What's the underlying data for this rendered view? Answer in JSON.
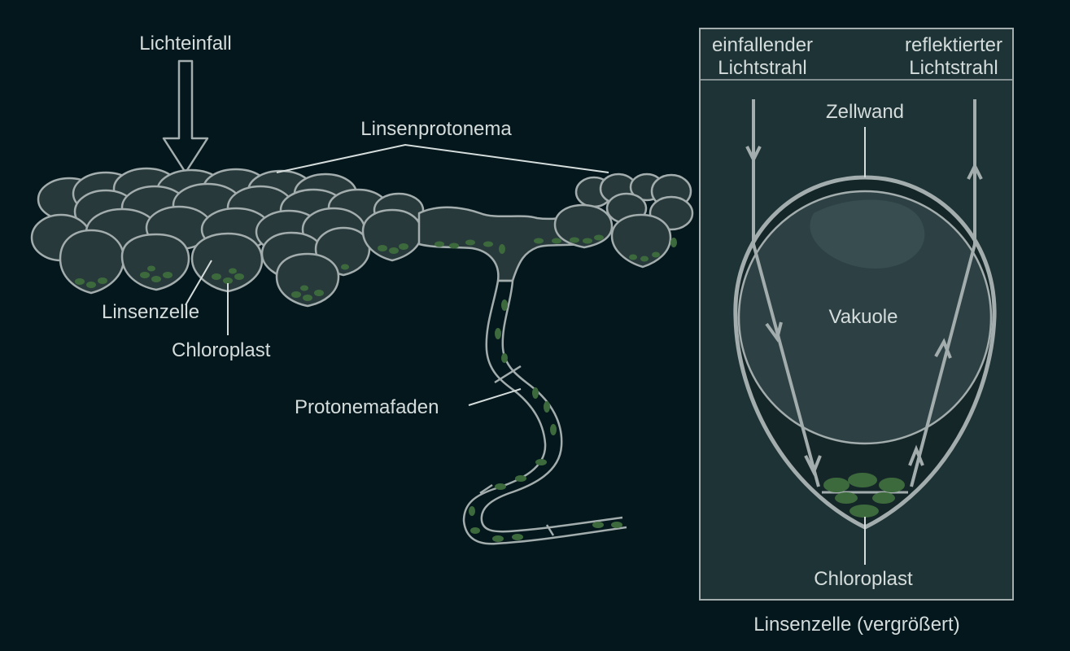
{
  "labels": {
    "light_incidence": "Lichteinfall",
    "lens_protonema": "Linsenprotonema",
    "lens_cell": "Linsenzelle",
    "chloroplast": "Chloroplast",
    "protonema_thread": "Protonemafaden",
    "incident_ray": [
      "einfallender",
      "Lichtstrahl"
    ],
    "reflected_ray": [
      "reflektierter",
      "Lichtstrahl"
    ],
    "cell_wall": "Zellwand",
    "vacuole": "Vakuole",
    "chloroplast_zoom": "Chloroplast",
    "lens_cell_enlarged": "Linsenzelle (vergrößert)"
  },
  "colors": {
    "background": "#03171c",
    "cell_fill": "#27393b",
    "cell_stroke": "#a3adad",
    "chloroplast": "#3d6a3d",
    "panel": "#1e3335",
    "text": "#d5dcdc"
  }
}
